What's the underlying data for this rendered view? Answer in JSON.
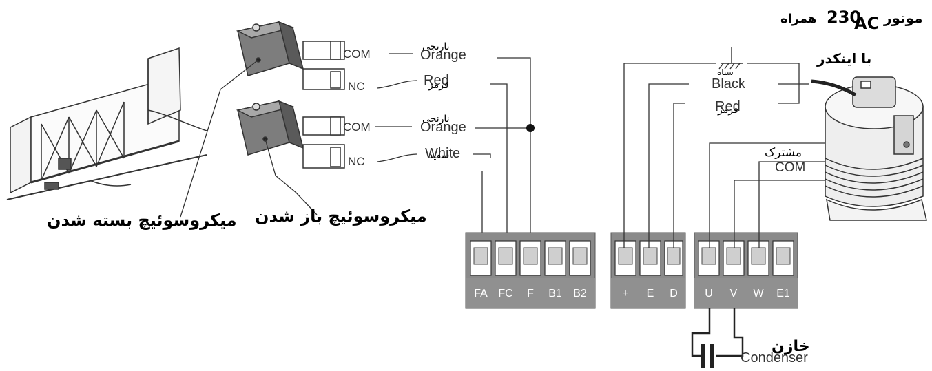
{
  "title": {
    "line1_motor": "موتور",
    "line1_voltage": "230",
    "line1_ac": "AC",
    "line1_with": "همراه",
    "line2": "با   اینکدر"
  },
  "gate_caption": "میکروسوئیچ  بسته شدن",
  "switch_caption": "میکروسوئیچ  باز شدن",
  "switches": {
    "top_com": "COM",
    "top_nc": "NC",
    "bottom_com": "COM",
    "bottom_nc": "NC"
  },
  "wires": {
    "orange1": "Orange",
    "orange1_fa": "نارنجی",
    "red1": "Red",
    "red1_fa": "قرمز",
    "orange2": "Orange",
    "orange2_fa": "نارنجی",
    "white": "White",
    "white_fa": "سفید"
  },
  "encoder_wires": {
    "black": "Black",
    "black_fa": "سیاه",
    "red": "Red",
    "red_fa": "قرمز"
  },
  "motor_com": {
    "en": "COM",
    "fa": "مشترک"
  },
  "terminals": {
    "block1": [
      "FA",
      "FC",
      "F",
      "B1",
      "B2"
    ],
    "block2": [
      "+",
      "E",
      "D"
    ],
    "block3": [
      "U",
      "V",
      "W",
      "E1"
    ]
  },
  "capacitor": {
    "en": "Condenser",
    "fa": "خازن"
  }
}
